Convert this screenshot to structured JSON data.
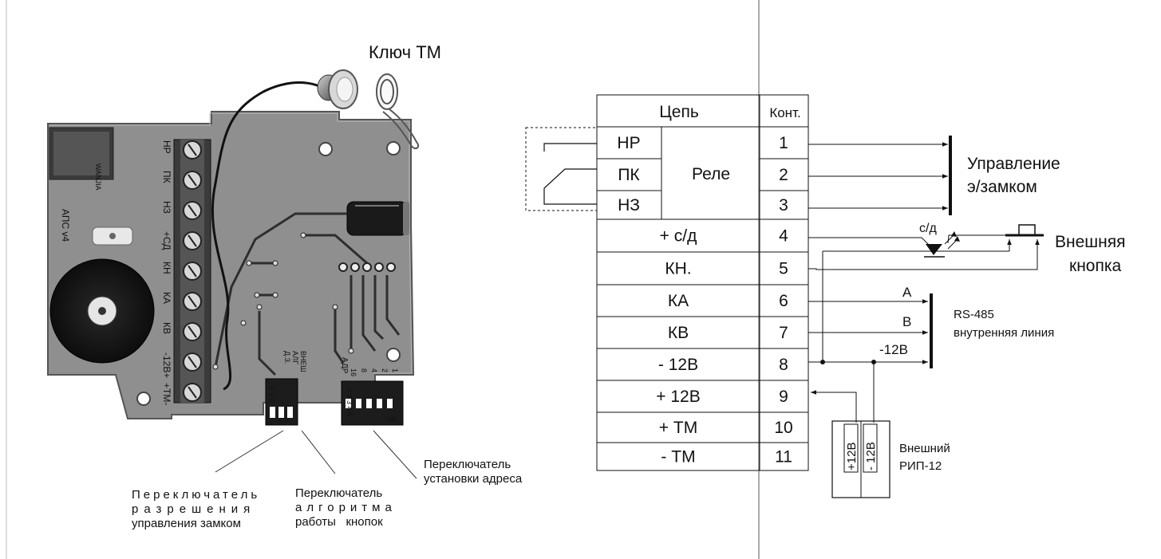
{
  "photo": {
    "key_label": "Ключ ТМ",
    "board_label": "АПС  v4",
    "relay_label": "WANJIA",
    "terminal_labels": [
      "НР",
      "ПК",
      "НЗ",
      "+СД",
      "КН",
      "КА",
      "КВ",
      "-12В+",
      "+ТМ-"
    ],
    "dip_small_numbers": "1 2 3",
    "dip_small_labels": [
      "Д.З.",
      "АЛГ",
      "ВНЕШ"
    ],
    "dip_small_on": "ON",
    "dip_addr_numbers": "1 2 3 4 5",
    "dip_addr_header": "АДР",
    "dip_addr_values": [
      "16",
      "8",
      "4",
      "2",
      "1"
    ],
    "dip_addr_on": "ON",
    "captions": {
      "lock": [
        "Переключатель",
        "разрешения",
        "управления замком"
      ],
      "algo": [
        "Переключатель",
        "алгоритма",
        "работы   кнопок"
      ],
      "addr": [
        "Переключатель",
        "установки адреса"
      ]
    }
  },
  "table": {
    "header_circuit": "Цепь",
    "header_contact": "Конт.",
    "relay_label": "Реле",
    "rows": [
      {
        "circuit": "НР",
        "contact": "1"
      },
      {
        "circuit": "ПК",
        "contact": "2"
      },
      {
        "circuit": "НЗ",
        "contact": "3"
      },
      {
        "circuit": "+ с/д",
        "contact": "4"
      },
      {
        "circuit": "КН.",
        "contact": "5"
      },
      {
        "circuit": "КА",
        "contact": "6"
      },
      {
        "circuit": "КВ",
        "contact": "7"
      },
      {
        "circuit": "- 12В",
        "contact": "8"
      },
      {
        "circuit": "+ 12В",
        "contact": "9"
      },
      {
        "circuit": "+ ТМ",
        "contact": "10"
      },
      {
        "circuit": "- ТМ",
        "contact": "11"
      }
    ]
  },
  "external": {
    "lock_control": [
      "Управление",
      "э/замком"
    ],
    "led_label": "с/д",
    "button": [
      "Внешняя",
      "кнопка"
    ],
    "rs485": [
      "RS-485",
      "внутренняя линия"
    ],
    "line_a": "A",
    "line_b": "B",
    "line_m12": "-12В",
    "psu_label": [
      "Внешний",
      "РИП-12"
    ],
    "psu_plus": "+12В",
    "psu_minus": "- 12В"
  }
}
